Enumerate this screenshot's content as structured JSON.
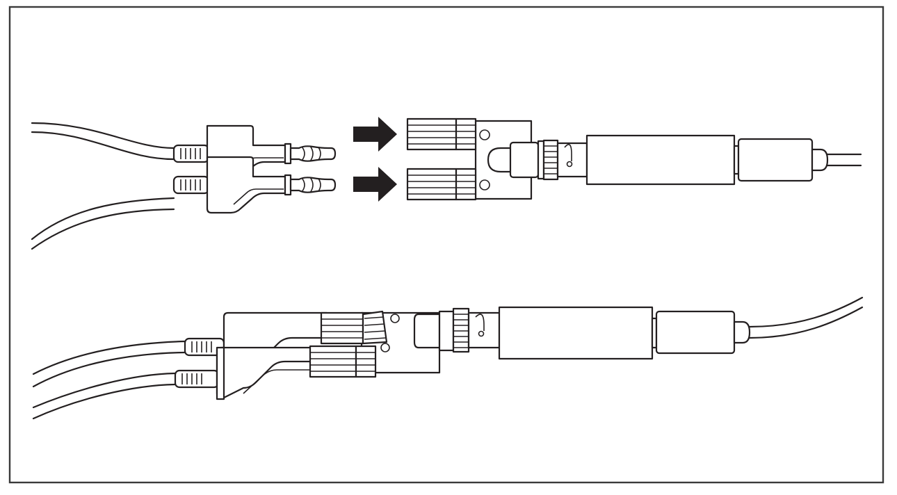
{
  "diagram": {
    "kind": "connection-illustration",
    "steps": [
      {
        "step": 1,
        "description_hidden": true,
        "state": "unplugged"
      },
      {
        "step": 2,
        "description_hidden": true,
        "state": "plugged"
      }
    ],
    "colors": {
      "line": "#231f20",
      "fill": "#ffffff",
      "arrow": "#231f20",
      "frame": "#3a3a3a"
    },
    "icons": [
      "banana-plug-icon",
      "binding-post-adapter-icon",
      "bnc-connector-icon",
      "inline-module-icon",
      "insert-arrow-icon"
    ]
  }
}
